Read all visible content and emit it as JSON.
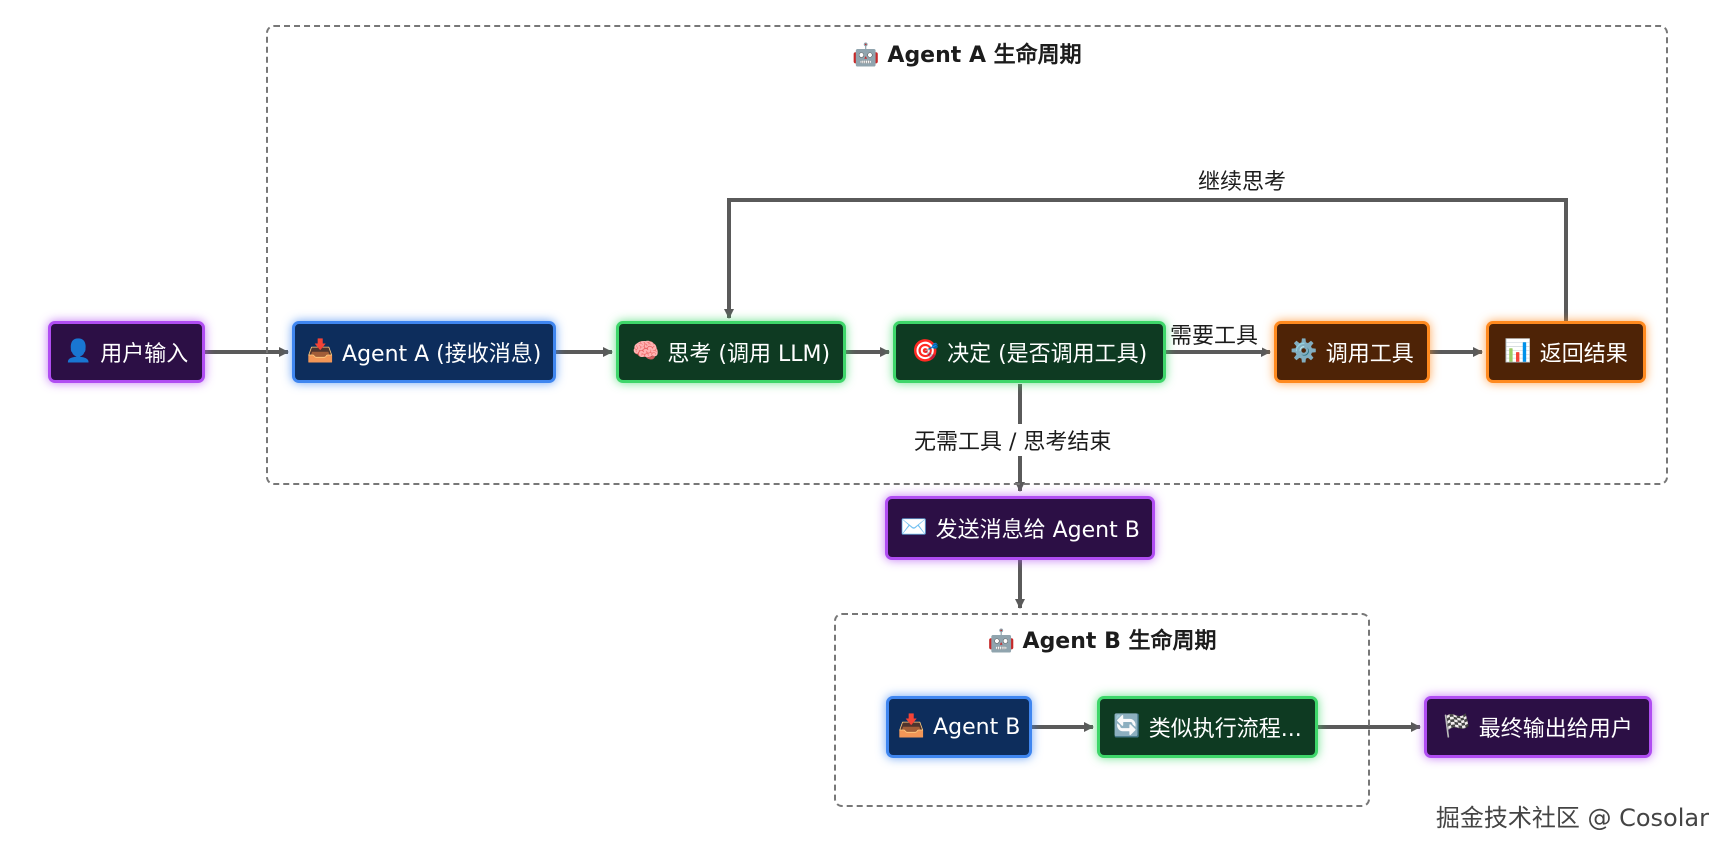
{
  "groups": {
    "agent_a": {
      "title": "🤖 Agent A 生命周期"
    },
    "agent_b": {
      "title": "🤖 Agent B 生命周期"
    }
  },
  "nodes": {
    "user_input": {
      "icon": "👤",
      "label": "用户输入"
    },
    "agent_a_recv": {
      "icon": "📥",
      "label": "Agent A (接收消息)"
    },
    "think": {
      "icon": "🧠",
      "label": "思考 (调用 LLM)"
    },
    "decide": {
      "icon": "🎯",
      "label": "决定 (是否调用工具)"
    },
    "call_tool": {
      "icon": "⚙️",
      "label": "调用工具"
    },
    "return_result": {
      "icon": "📊",
      "label": "返回结果"
    },
    "send_msg": {
      "icon": "✉️",
      "label": "发送消息给 Agent B"
    },
    "agent_b": {
      "icon": "📥",
      "label": "Agent B"
    },
    "similar_flow": {
      "icon": "🔄",
      "label": "类似执行流程..."
    },
    "final_output": {
      "icon": "🏁",
      "label": "最终输出给用户"
    }
  },
  "edge_labels": {
    "continue_thinking": "继续思考",
    "need_tool": "需要工具",
    "no_tool": "无需工具 / 思考结束"
  },
  "watermark": "掘金技术社区 @ Cosolar",
  "colors": {
    "purple_border": "#b04df2",
    "blue_border": "#3f86f0",
    "green_border": "#3ed66a",
    "orange_border": "#ff8a1f",
    "arrow": "#5a5a5a"
  }
}
